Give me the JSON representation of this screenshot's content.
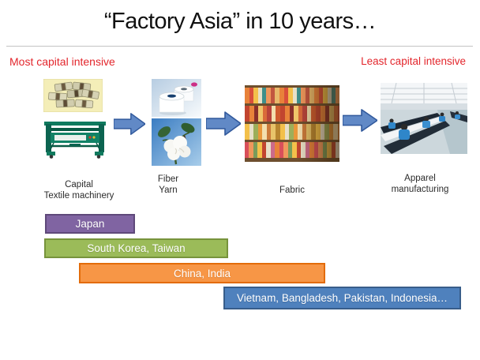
{
  "slide": {
    "title": "“Factory Asia” in 10 years…",
    "most_label": "Most capital intensive",
    "least_label": "Least capital intensive",
    "colors": {
      "accent_red": "#e3262c",
      "arrow_fill": "#6189c6",
      "arrow_stroke": "#31599c"
    },
    "flow": {
      "arrow_icon": "right-arrow",
      "stages": [
        {
          "images": [
            "money-stacks",
            "textile-machine"
          ],
          "caption": [
            "Capital",
            "Textile machinery"
          ]
        },
        {
          "images": [
            "yarn-spools",
            "cotton-plant"
          ],
          "caption": [
            "Fiber",
            "Yarn"
          ]
        },
        {
          "images": [
            "fabric-rolls"
          ],
          "caption": [
            "Fabric"
          ]
        },
        {
          "images": [
            "apparel-factory"
          ],
          "caption": [
            "Apparel",
            "manufacturing"
          ]
        }
      ]
    },
    "bars": [
      {
        "label": "Japan",
        "fill": "#8064a2",
        "border": "#5f497a"
      },
      {
        "label": "South Korea, Taiwan",
        "fill": "#9bbb59",
        "border": "#77933c"
      },
      {
        "label": "China, India",
        "fill": "#f79646",
        "border": "#e36c0a"
      },
      {
        "label": "Vietnam, Bangladesh, Pakistan, Indonesia…",
        "fill": "#4f81bd",
        "border": "#385d8a"
      }
    ]
  }
}
